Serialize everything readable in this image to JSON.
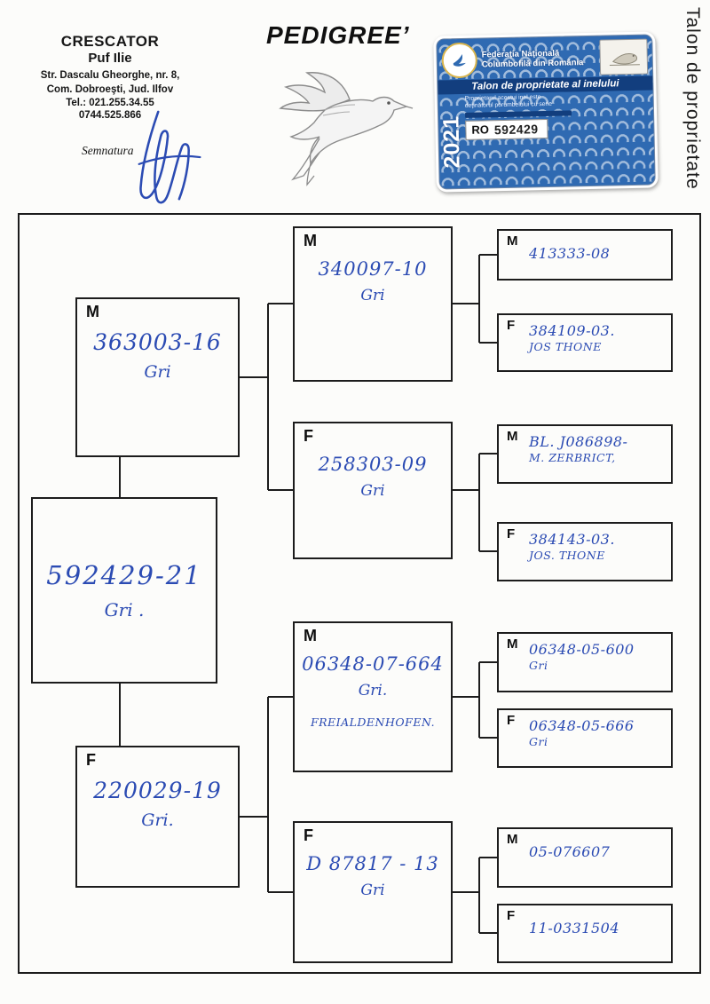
{
  "breeder": {
    "heading": "CRESCATOR",
    "name": "Puf Ilie",
    "address_line1": "Str. Dascalu Gheorghe, nr. 8,",
    "address_line2": "Com. Dobroeşti, Jud. Ilfov",
    "phone1": "Tel.: 021.255.34.55",
    "phone2": "0744.525.866",
    "signature_label": "Semnatura"
  },
  "title": "PEDIGREE’",
  "sticker": {
    "federation_line1": "Federaţia Naţională",
    "federation_line2": "Columbofilă din România",
    "talon_title": "Talon de proprietate al inelului",
    "talon_sub1": "Proprietarul acestui inel este",
    "talon_sub2": "deţinătorul porumbelului cu serie",
    "year": "2021",
    "ring_prefix": "RO",
    "ring_number": "592429"
  },
  "side_label": "Talon de proprietate",
  "pedigree": {
    "subject": {
      "ring": "592429-21",
      "color": "Gri ."
    },
    "gen2": [
      {
        "sex": "M",
        "ring": "363003-16",
        "color": "Gri"
      },
      {
        "sex": "F",
        "ring": "220029-19",
        "color": "Gri."
      }
    ],
    "gen3": [
      {
        "sex": "M",
        "ring": "340097-10",
        "color": "Gri",
        "note": ""
      },
      {
        "sex": "F",
        "ring": "258303-09",
        "color": "Gri",
        "note": ""
      },
      {
        "sex": "M",
        "ring": "06348-07-664",
        "color": "Gri.",
        "note": "FREIALDENHOFEN."
      },
      {
        "sex": "F",
        "ring": "D 87817 - 13",
        "color": "Gri",
        "note": ""
      }
    ],
    "gen4": [
      {
        "sex": "M",
        "line1": "413333-08",
        "line2": ""
      },
      {
        "sex": "F",
        "line1": "384109-03.",
        "line2": "JOS THONE"
      },
      {
        "sex": "M",
        "line1": "BL. J086898-",
        "line2": "M. ZERBRICT,"
      },
      {
        "sex": "F",
        "line1": "384143-03.",
        "line2": "JOS. THONE"
      },
      {
        "sex": "M",
        "line1": "06348-05-600",
        "line2": "Gri"
      },
      {
        "sex": "F",
        "line1": "06348-05-666",
        "line2": "Gri"
      },
      {
        "sex": "M",
        "line1": "05-076607",
        "line2": ""
      },
      {
        "sex": "F",
        "line1": "11-0331504",
        "line2": ""
      }
    ]
  }
}
